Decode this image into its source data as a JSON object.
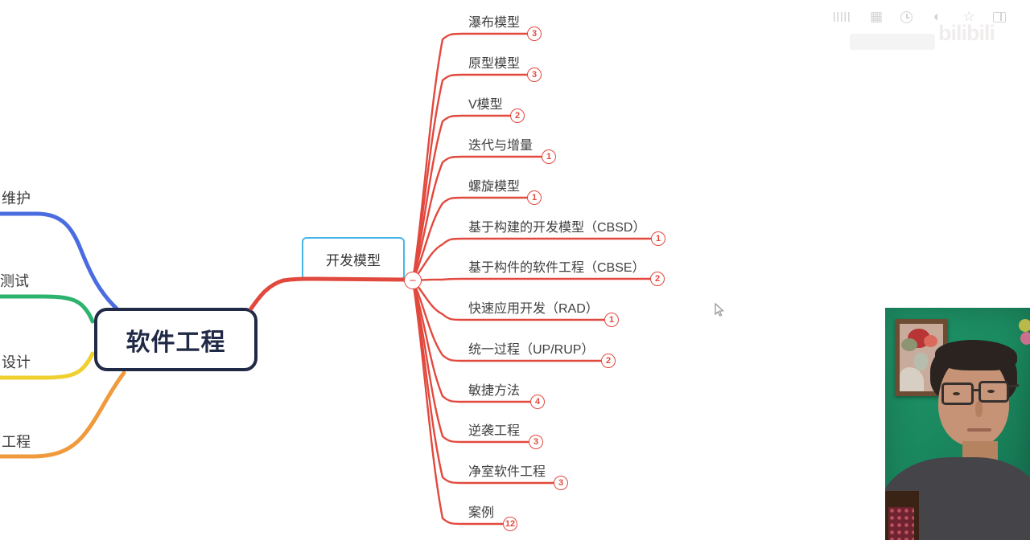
{
  "toolbar": {
    "icons": [
      {
        "name": "outline"
      },
      {
        "name": "grid"
      },
      {
        "name": "clock"
      },
      {
        "name": "contrast"
      },
      {
        "name": "star"
      },
      {
        "name": "window"
      }
    ]
  },
  "watermark": {
    "text": "bilibili"
  },
  "cursor": {
    "shape": "arrow"
  },
  "mindmap": {
    "root_label": "软件工程",
    "dev_node": {
      "label": "开发模型",
      "collapse": "−"
    },
    "colors": {
      "branch_red": "#e2493e",
      "blue": "#4a6ce0",
      "green": "#2cb36e",
      "yellow": "#f0d02e",
      "orange": "#f09a3e",
      "root_border": "#202945",
      "dev_border": "#45b6e8"
    },
    "left_branches": [
      {
        "label": "维护",
        "color": "#4a6ce0"
      },
      {
        "label": "测试",
        "color": "#2cb36e"
      },
      {
        "label": "设计",
        "color": "#f0d02e"
      },
      {
        "label": "工程",
        "color": "#f09a3e"
      }
    ],
    "children": [
      {
        "label": "瀑布模型",
        "count": "3"
      },
      {
        "label": "原型模型",
        "count": "3"
      },
      {
        "label": "V模型",
        "count": "2"
      },
      {
        "label": "迭代与增量",
        "count": "1"
      },
      {
        "label": "螺旋模型",
        "count": "1"
      },
      {
        "label": "基于构建的开发模型（CBSD）",
        "count": "1"
      },
      {
        "label": "基于构件的软件工程（CBSE）",
        "count": "2"
      },
      {
        "label": "快速应用开发（RAD）",
        "count": "1"
      },
      {
        "label": "统一过程（UP/RUP）",
        "count": "2"
      },
      {
        "label": "敏捷方法",
        "count": "4"
      },
      {
        "label": "逆袭工程",
        "count": "3"
      },
      {
        "label": "净室软件工程",
        "count": "3"
      },
      {
        "label": "案例",
        "count": "12"
      }
    ]
  },
  "webcam": {
    "wall_color": "#1b8a60",
    "shirt_color": "#454449"
  }
}
